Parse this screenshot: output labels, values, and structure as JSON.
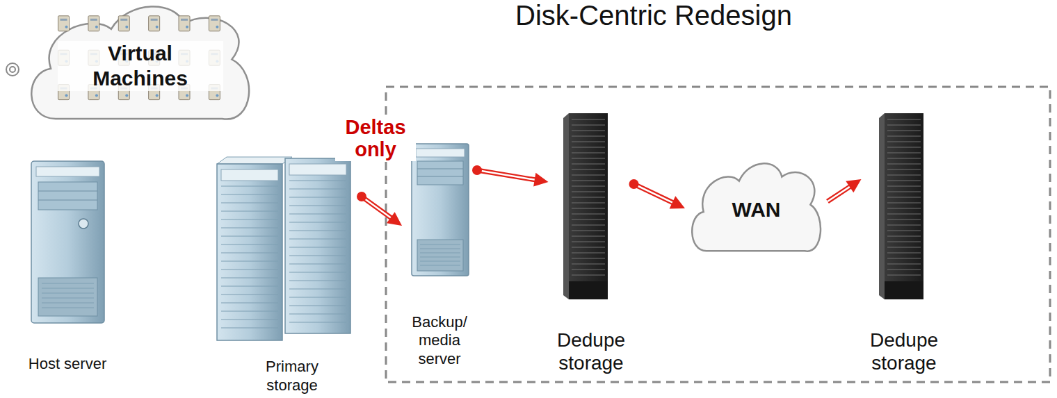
{
  "diagram": {
    "title": "Disk-Centric Redesign",
    "nodes": [
      {
        "text": [
          "Virtual Machines"
        ]
      },
      {
        "text": [
          "Host server"
        ]
      },
      {
        "text": [
          "Primary storage"
        ]
      },
      {
        "text": [
          "Backup/ media server"
        ]
      },
      {
        "text": [
          "Dedupe storage"
        ]
      },
      {
        "text": [
          "WAN"
        ]
      },
      {
        "text": [
          "Dedupe storage"
        ]
      }
    ],
    "edges": [
      {
        "from": 2,
        "to": 3,
        "label": "Deltas only",
        "arrow": "to"
      },
      {
        "from": 3,
        "to": 4,
        "arrow": "to"
      },
      {
        "from": 4,
        "to": 5,
        "arrow": "to"
      },
      {
        "from": 5,
        "to": 6,
        "arrow": "to"
      }
    ]
  }
}
